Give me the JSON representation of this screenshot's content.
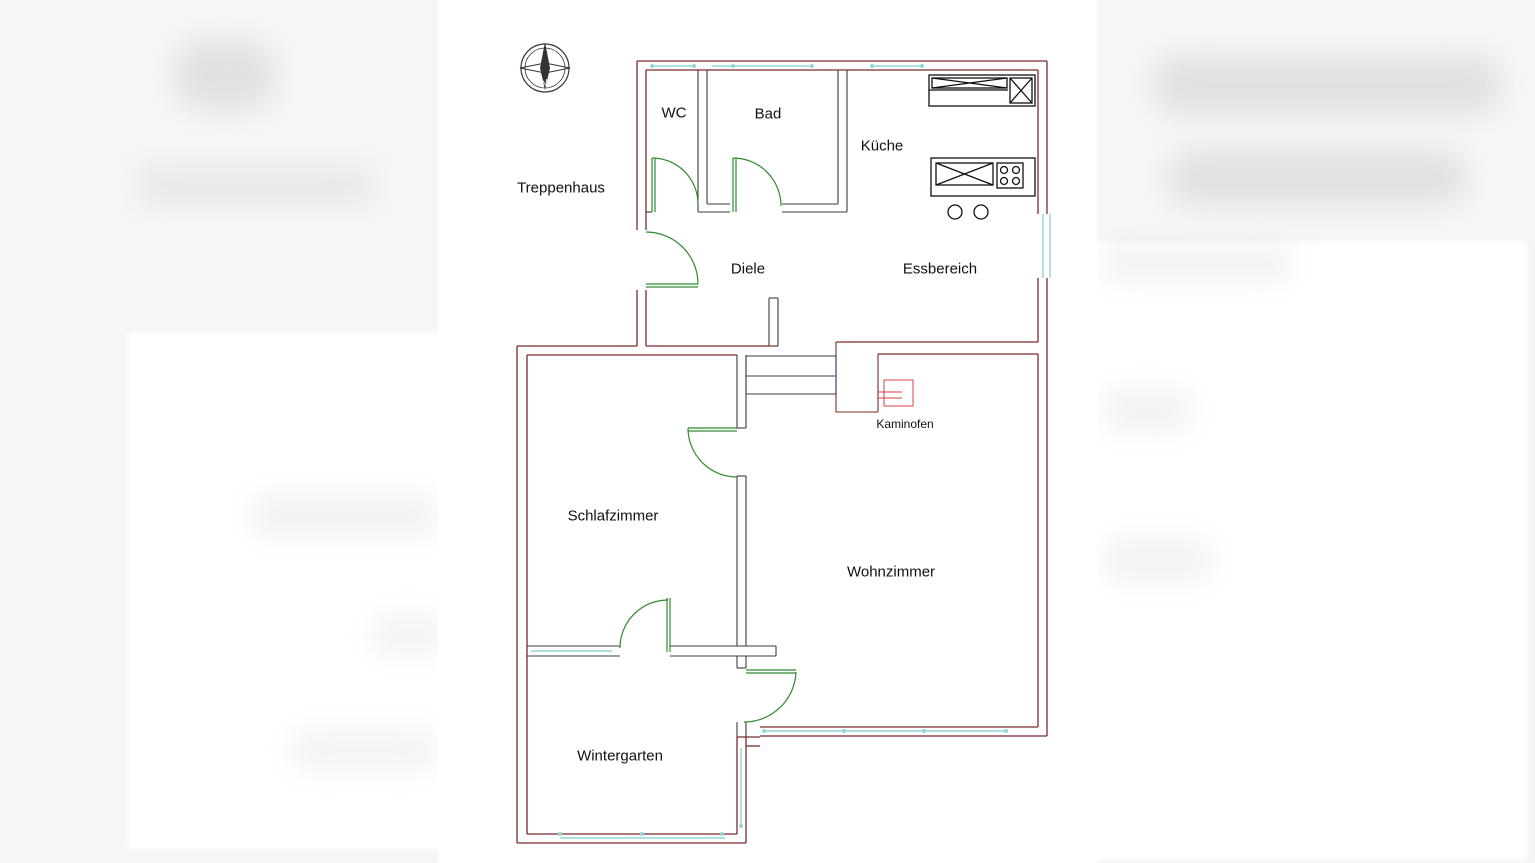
{
  "rooms": {
    "wc": "WC",
    "bad": "Bad",
    "kueche": "Küche",
    "treppenhaus": "Treppenhaus",
    "diele": "Diele",
    "essbereich": "Essbereich",
    "kaminofen": "Kaminofen",
    "schlafzimmer": "Schlafzimmer",
    "wohnzimmer": "Wohnzimmer",
    "wintergarten": "Wintergarten"
  },
  "compass": {
    "north": "N"
  },
  "colors": {
    "wall_outer": "#7a2a2a",
    "wall_inner": "#3c3c3c",
    "door": "#2e8b2e",
    "window": "#8fd6d6",
    "fireplace": "#d04040"
  }
}
